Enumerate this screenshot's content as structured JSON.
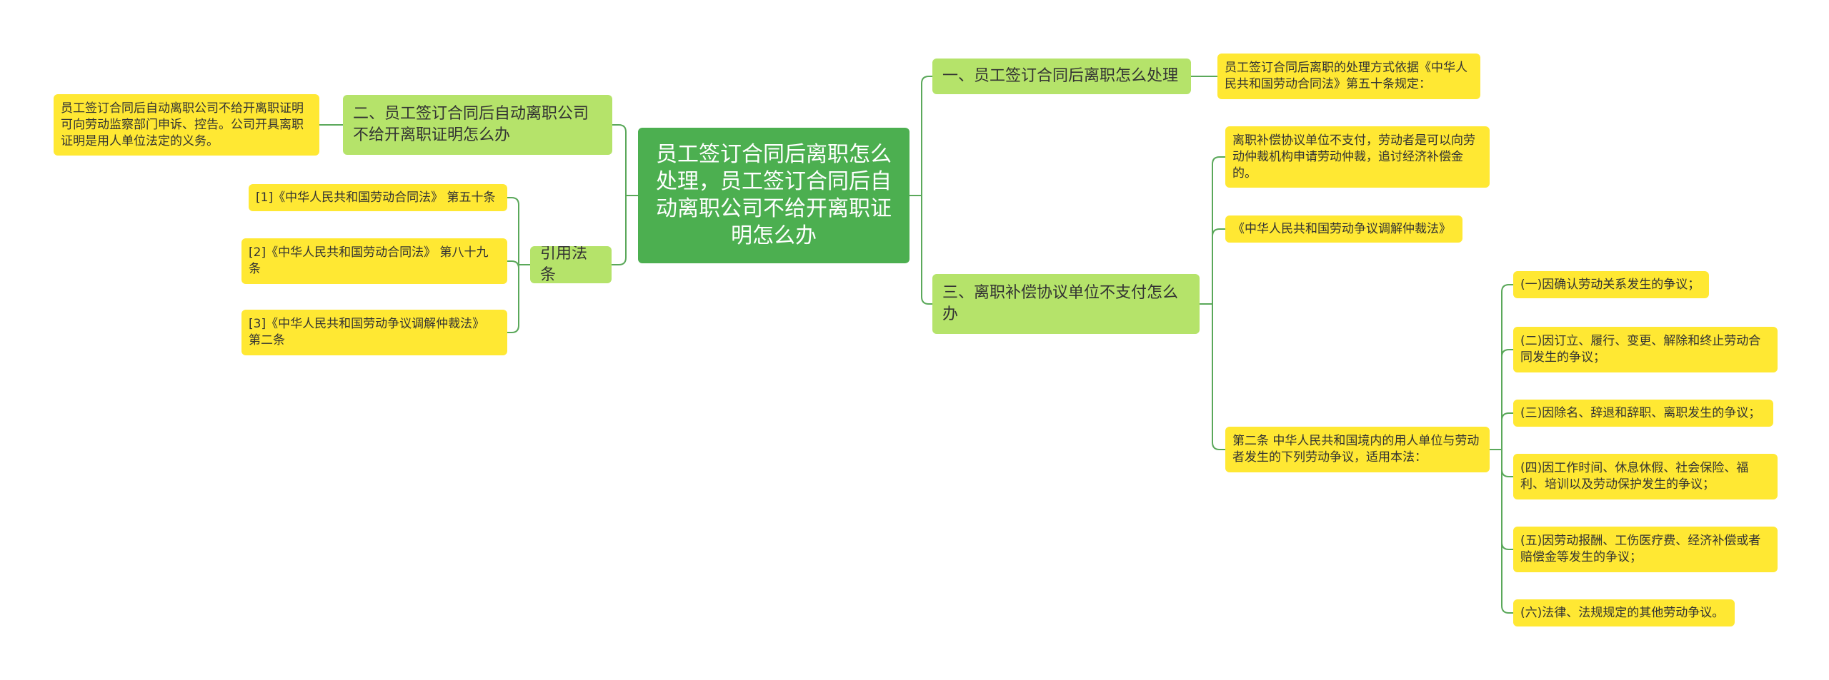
{
  "root": {
    "label": "员工签订合同后离职怎么处理，员工签订合同后自动离职公司不给开离职证明怎么办"
  },
  "branches": {
    "b1": {
      "label": "一、员工签订合同后离职怎么处理",
      "children": [
        "员工签订合同后离职的处理方式依据《中华人民共和国劳动合同法》第五十条规定："
      ]
    },
    "b2": {
      "label": "二、员工签订合同后自动离职公司不给开离职证明怎么办",
      "children": [
        "员工签订合同后自动离职公司不给开离职证明可向劳动监察部门申诉、控告。公司开具离职证明是用人单位法定的义务。"
      ]
    },
    "b3": {
      "label": "三、离职补偿协议单位不支付怎么办",
      "children": [
        "离职补偿协议单位不支付，劳动者是可以向劳动仲裁机构申请劳动仲裁，追讨经济补偿金的。",
        "《中华人民共和国劳动争议调解仲裁法》",
        "第二条 中华人民共和国境内的用人单位与劳动者发生的下列劳动争议，适用本法："
      ],
      "items": [
        "(一)因确认劳动关系发生的争议；",
        "(二)因订立、履行、变更、解除和终止劳动合同发生的争议；",
        "(三)因除名、辞退和辞职、离职发生的争议；",
        "(四)因工作时间、休息休假、社会保险、福利、培训以及劳动保护发生的争议；",
        "(五)因劳动报酬、工伤医疗费、经济补偿或者赔偿金等发生的争议；",
        "(六)法律、法规规定的其他劳动争议。"
      ]
    },
    "b4": {
      "label": "引用法条",
      "children": [
        "[1]《中华人民共和国劳动合同法》 第五十条",
        "[2]《中华人民共和国劳动合同法》 第八十九条",
        "[3]《中华人民共和国劳动争议调解仲裁法》 第二条"
      ]
    }
  },
  "colors": {
    "root": "#4caf50",
    "level1": "#b5e36a",
    "leaf": "#ffe833",
    "link": "#5aa85a"
  }
}
